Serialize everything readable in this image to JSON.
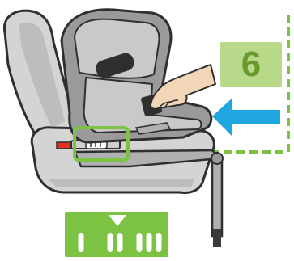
{
  "step": {
    "number": "6",
    "badge_color": "#b9d98a",
    "number_color": "#6a9a2e"
  },
  "colors": {
    "accent_green": "#7cc243",
    "push_arrow": "#1fa5e0",
    "vehicle_seat": "#d4d4d4",
    "vehicle_seat_outline": "#2f2f2f",
    "child_seat_shell": "#9a9a9a",
    "child_seat_cushion": "#c9c9c9",
    "base": "#b0b0b0",
    "hand_skin": "#f2d6b8",
    "red_indicator": "#e03020"
  },
  "icons": {
    "push_direction": "arrow-left-icon",
    "lock_state": "triangle-down-icon"
  },
  "indicator": {
    "bar_groups": [
      1,
      2,
      3
    ]
  }
}
